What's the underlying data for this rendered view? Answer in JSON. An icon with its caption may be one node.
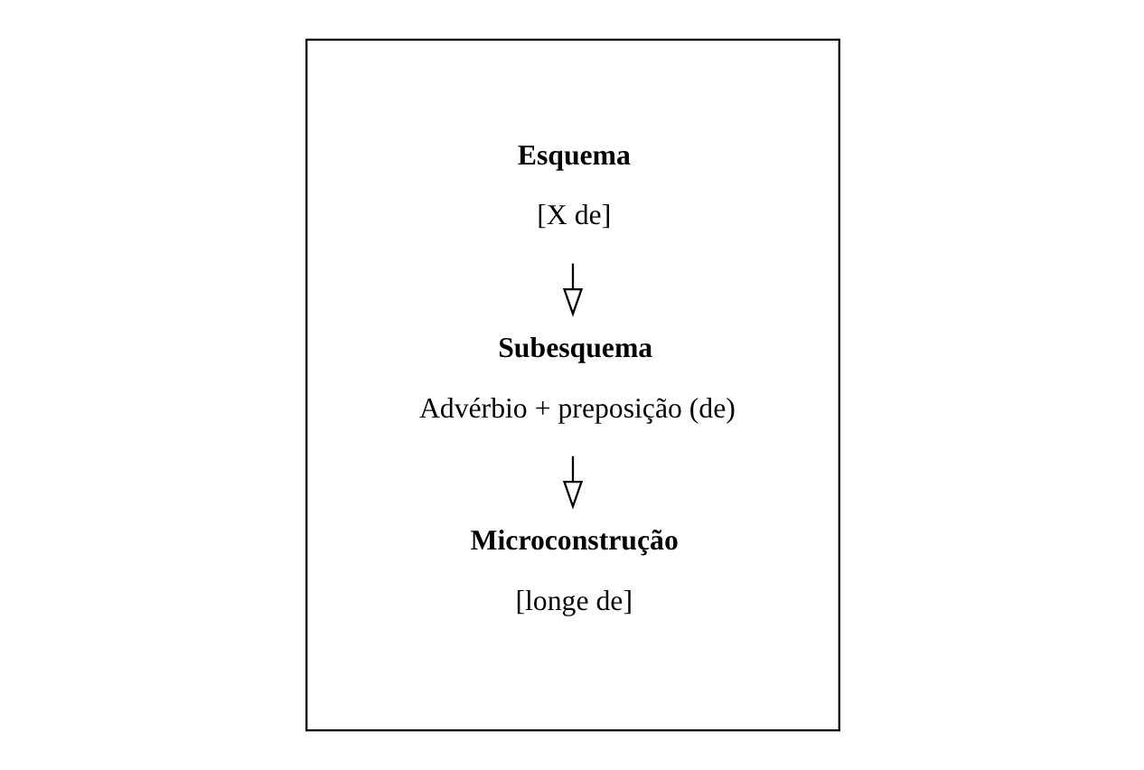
{
  "diagram": {
    "nodes": [
      {
        "text": [],
        "shape": "box"
      },
      {
        "text": [
          "Esquema",
          "[X de]"
        ],
        "in": 0
      },
      {
        "text": [
          "Subesquema",
          "Advérbio + preposição (de)"
        ],
        "in": 0
      },
      {
        "text": [
          "Microconstrução",
          "[longe de]"
        ],
        "in": 0
      }
    ],
    "edges": [
      {
        "from": 1,
        "to": 2,
        "arrow": "to"
      },
      {
        "from": 2,
        "to": 3,
        "arrow": "to"
      }
    ]
  }
}
